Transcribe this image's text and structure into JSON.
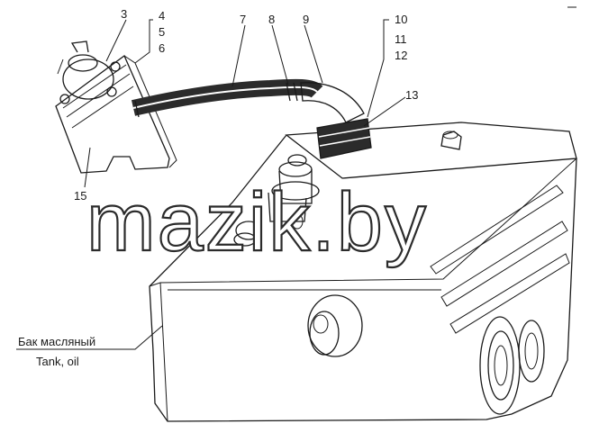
{
  "callouts": {
    "c3": "3",
    "c4": "4",
    "c5": "5",
    "c6": "6",
    "c7": "7",
    "c8": "8",
    "c9": "9",
    "c10": "10",
    "c11": "11",
    "c12": "12",
    "c13": "13",
    "c15": "15"
  },
  "caption": {
    "ru": "Бак масляный",
    "en": "Tank, oil"
  },
  "watermark": "mazik.by",
  "colors": {
    "ink": "#1a1a1a",
    "hose": "#2b2b2b",
    "background": "#ffffff"
  }
}
